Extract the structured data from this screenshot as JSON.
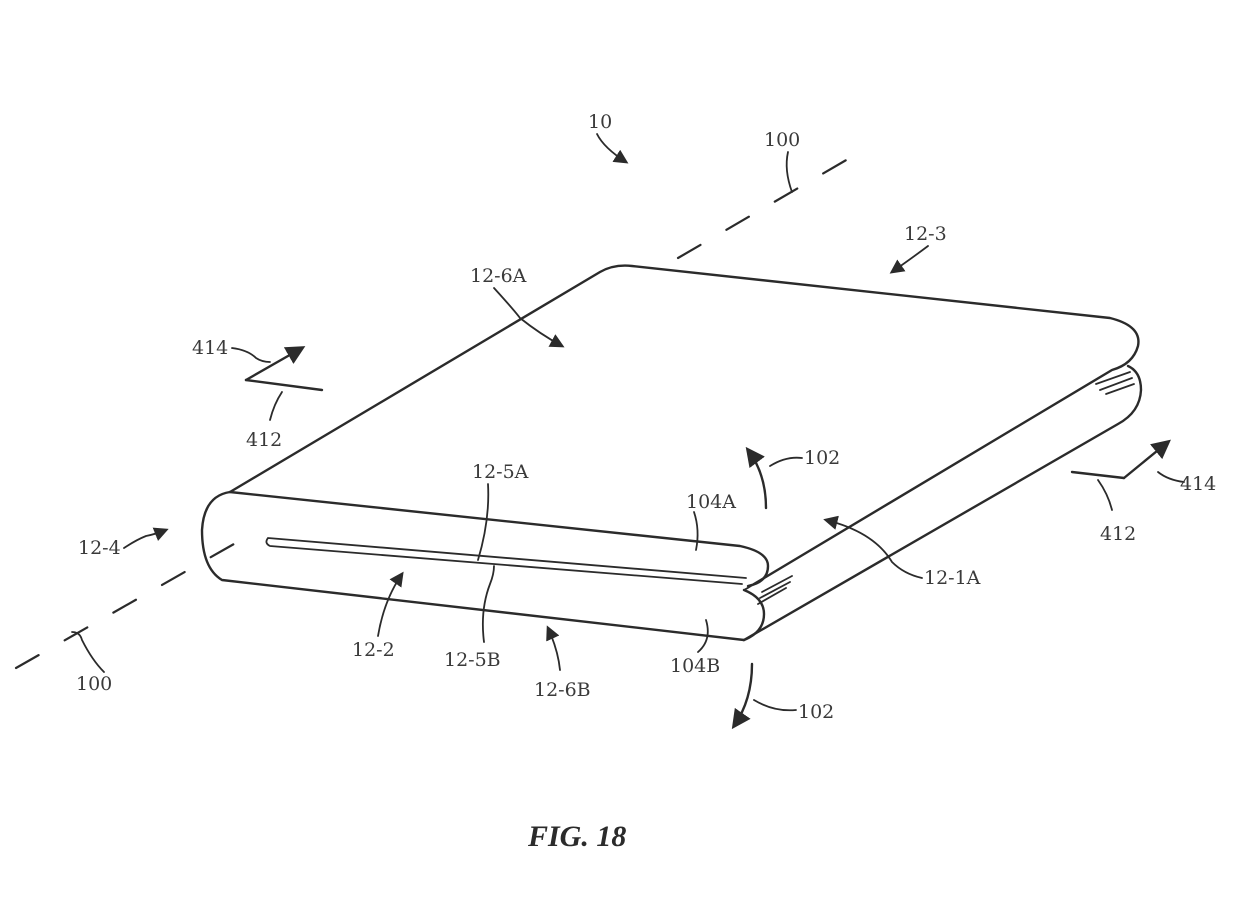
{
  "figure": {
    "caption": "FIG. 18"
  },
  "labels": {
    "device": "10",
    "axis_top": "100",
    "axis_bottom": "100",
    "edge_3": "12-3",
    "face_6a": "12-6A",
    "section_414_left": "414",
    "section_412_left": "412",
    "section_414_right": "414",
    "section_412_right": "412",
    "edge_5a": "12-5A",
    "rotation_upper": "102",
    "rotation_lower": "102",
    "portion_104a": "104A",
    "portion_104b": "104B",
    "edge_4": "12-4",
    "edge_1a": "12-1A",
    "edge_2": "12-2",
    "edge_5b": "12-5B",
    "face_6b": "12-6B"
  }
}
